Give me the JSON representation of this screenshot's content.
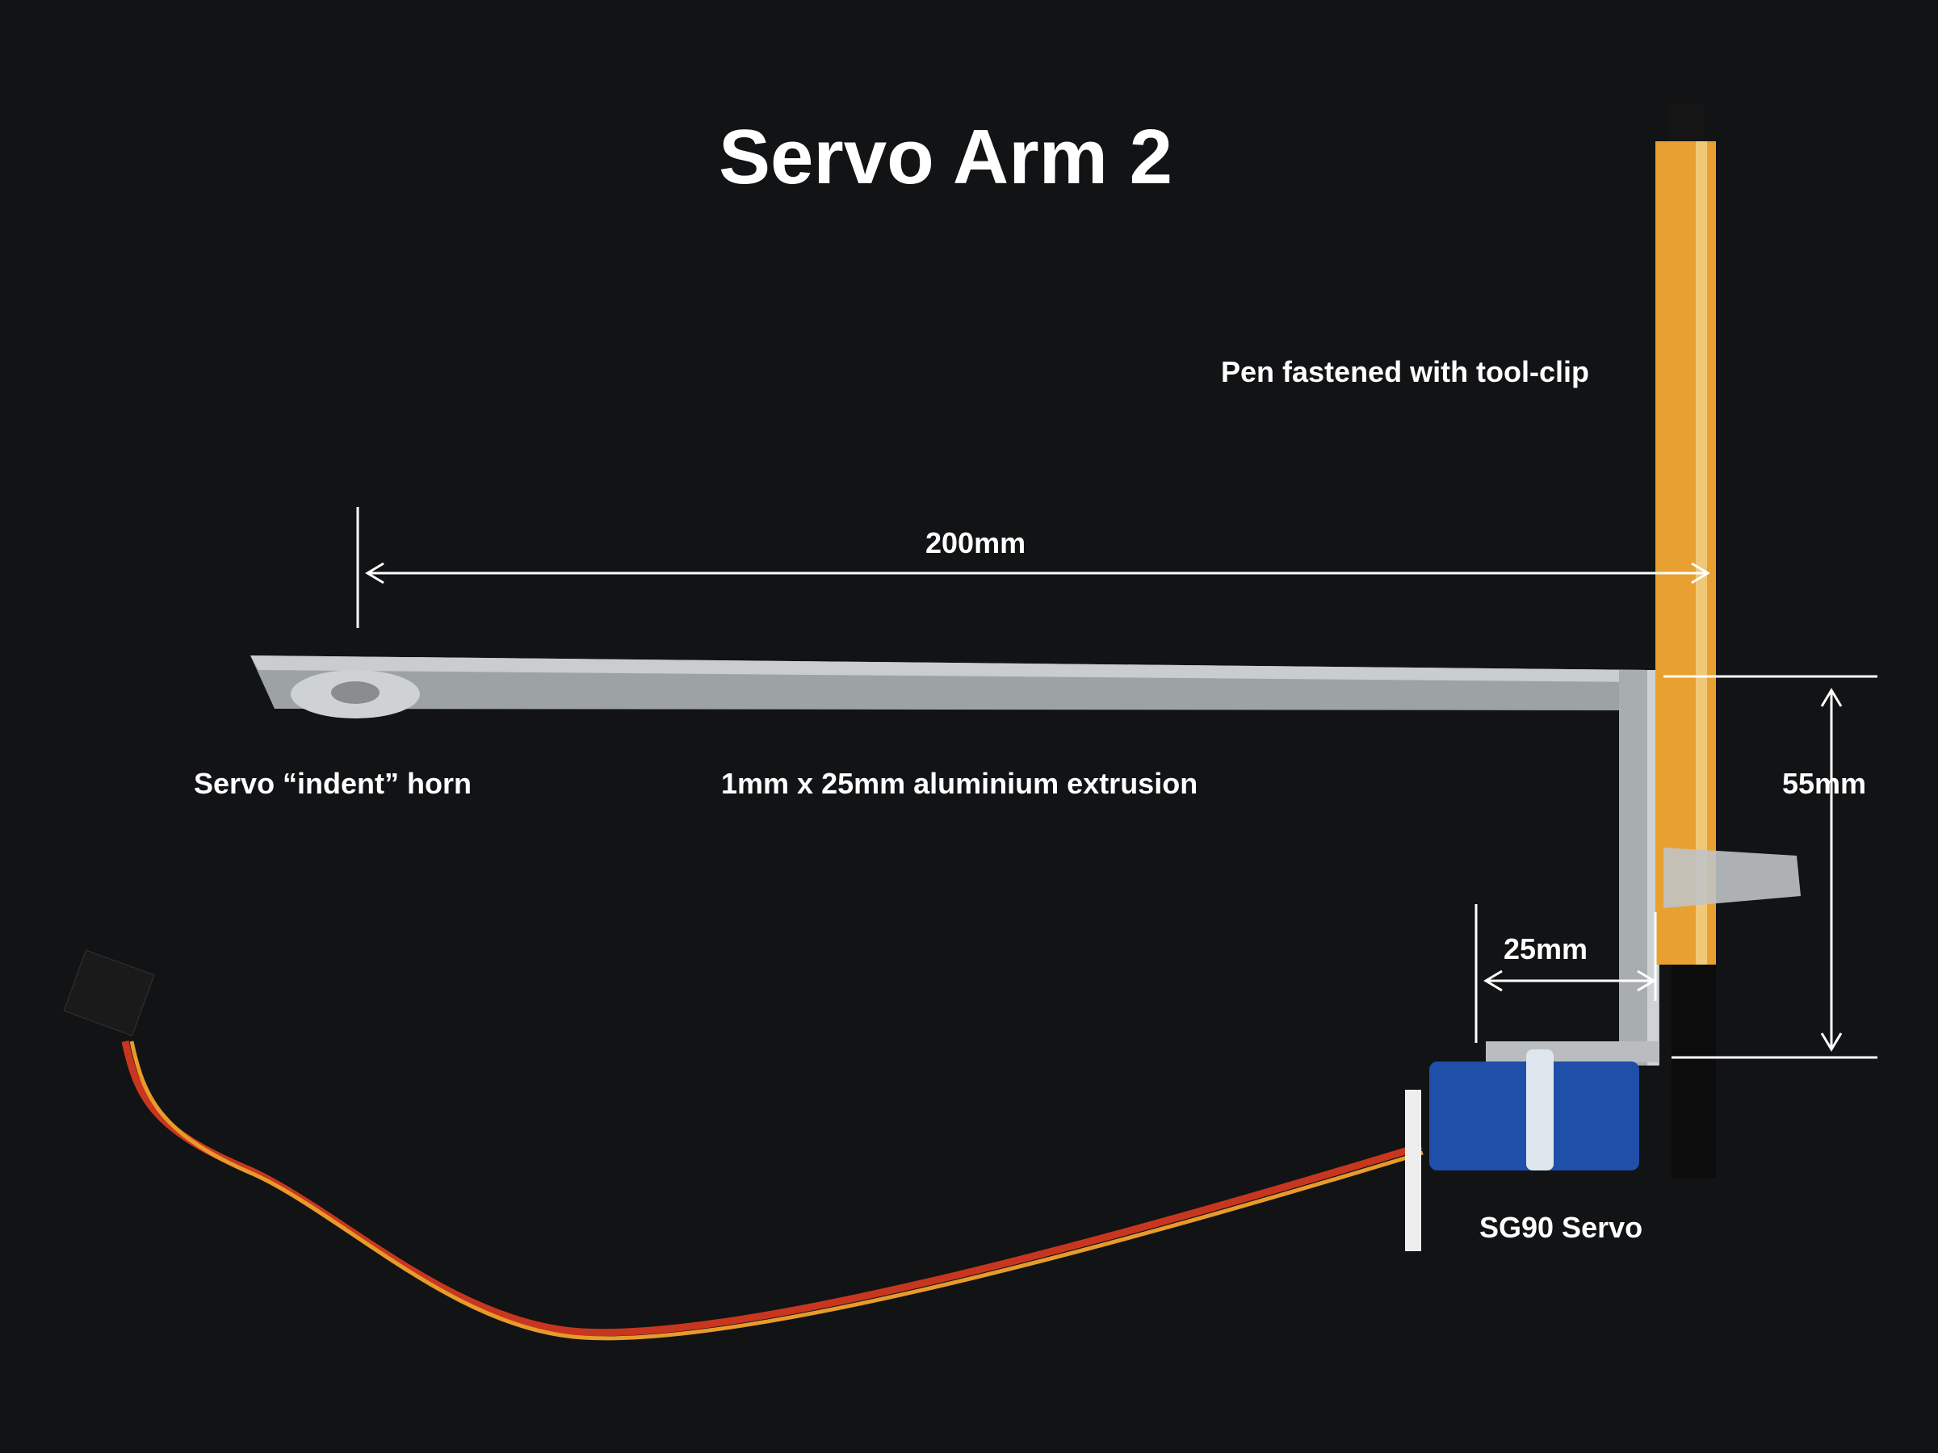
{
  "title": "Servo Arm 2",
  "labels": {
    "pen": "Pen fastened with tool-clip",
    "dim_200": "200mm",
    "horn": "Servo “indent” horn",
    "extrusion": "1mm x 25mm aluminium extrusion",
    "dim_55": "55mm",
    "dim_25": "25mm",
    "servo": "SG90 Servo"
  },
  "colors": {
    "background": "#111315",
    "text": "#ffffff",
    "aluminium": "#b9bdbf",
    "pen_body": "#e8a030",
    "servo_blue": "#1f4fa8",
    "wire_red": "#c8361f",
    "wire_orange": "#e89a2a"
  }
}
